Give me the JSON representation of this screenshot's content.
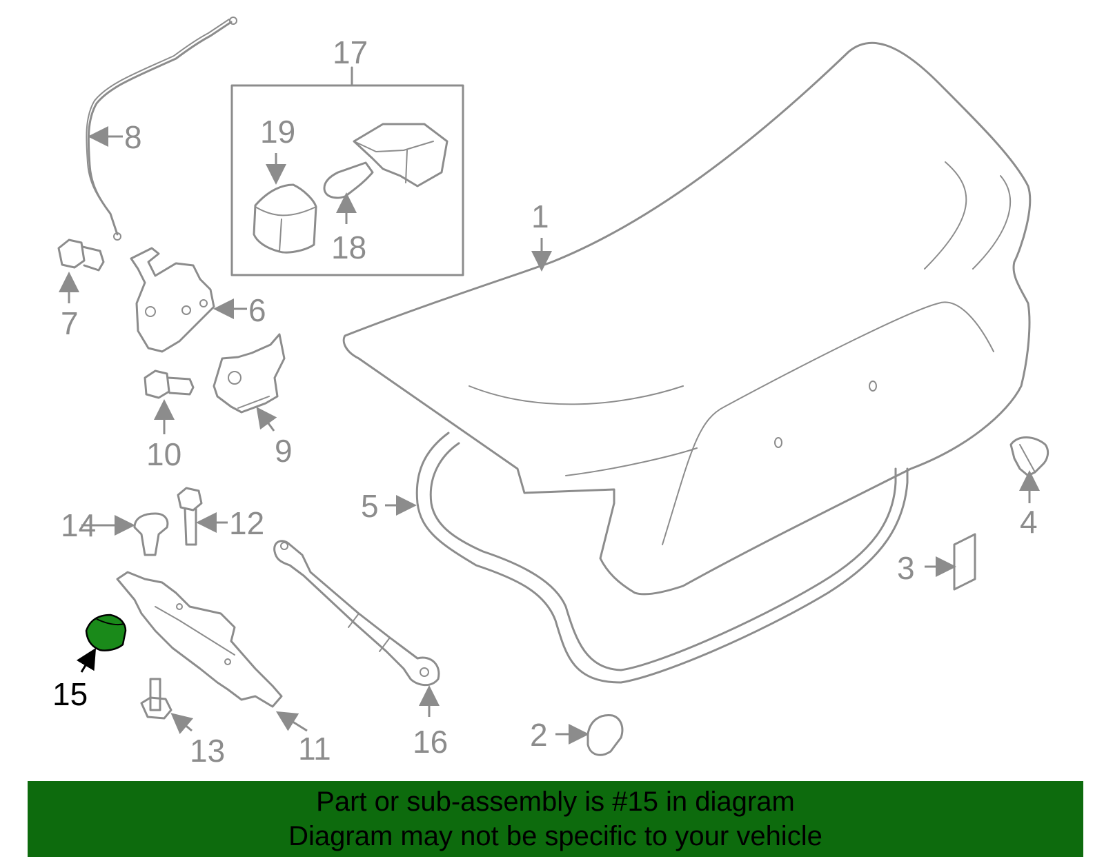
{
  "callouts": {
    "c1": "1",
    "c2": "2",
    "c3": "3",
    "c4": "4",
    "c5": "5",
    "c6": "6",
    "c7": "7",
    "c8": "8",
    "c9": "9",
    "c10": "10",
    "c11": "11",
    "c12": "12",
    "c13": "13",
    "c14": "14",
    "c15": "15",
    "c16": "16",
    "c17": "17",
    "c18": "18",
    "c19": "19"
  },
  "highlight": {
    "part": "15",
    "color": "#1a8a1a"
  },
  "banner": {
    "line1": "Part or sub-assembly is #15 in diagram",
    "line2": "Diagram may not be specific to your vehicle",
    "background": "#0d6b0d"
  },
  "colors": {
    "line": "#8c8c8c",
    "highlight_text": "#000000"
  }
}
